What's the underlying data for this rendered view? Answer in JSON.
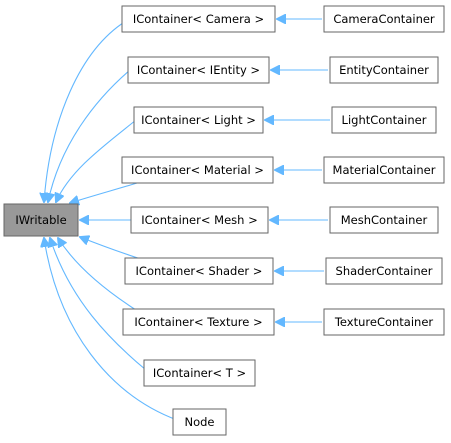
{
  "diagram": {
    "root": {
      "id": "iwritable",
      "label": "IWritable"
    },
    "middle": [
      {
        "id": "icontainer-camera",
        "label": "IContainer< Camera >"
      },
      {
        "id": "icontainer-ientity",
        "label": "IContainer< IEntity >"
      },
      {
        "id": "icontainer-light",
        "label": "IContainer< Light >"
      },
      {
        "id": "icontainer-material",
        "label": "IContainer< Material >"
      },
      {
        "id": "icontainer-mesh",
        "label": "IContainer< Mesh >"
      },
      {
        "id": "icontainer-shader",
        "label": "IContainer< Shader >"
      },
      {
        "id": "icontainer-texture",
        "label": "IContainer< Texture >"
      },
      {
        "id": "icontainer-t",
        "label": "IContainer< T >"
      },
      {
        "id": "node",
        "label": "Node"
      }
    ],
    "leaves": [
      {
        "id": "camera-container",
        "label": "CameraContainer",
        "parent": "icontainer-camera"
      },
      {
        "id": "entity-container",
        "label": "EntityContainer",
        "parent": "icontainer-ientity"
      },
      {
        "id": "light-container",
        "label": "LightContainer",
        "parent": "icontainer-light"
      },
      {
        "id": "material-container",
        "label": "MaterialContainer",
        "parent": "icontainer-material"
      },
      {
        "id": "mesh-container",
        "label": "MeshContainer",
        "parent": "icontainer-mesh"
      },
      {
        "id": "shader-container",
        "label": "ShaderContainer",
        "parent": "icontainer-shader"
      },
      {
        "id": "texture-container",
        "label": "TextureContainer",
        "parent": "icontainer-texture"
      }
    ],
    "colors": {
      "edge": "#63b8ff",
      "root_fill": "#999999",
      "box_stroke": "#666666"
    }
  }
}
